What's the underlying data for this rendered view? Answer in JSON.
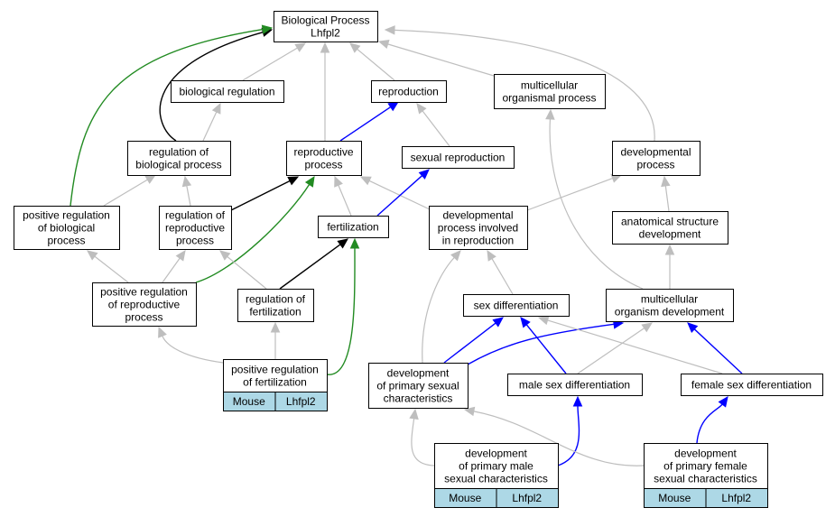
{
  "colors": {
    "gray": "#bebebe",
    "black": "#000000",
    "green": "#228b22",
    "blue": "#0000ff",
    "gene_bg": "#add8e6"
  },
  "nodes": {
    "root": {
      "lines": [
        "Biological Process",
        "Lhfpl2"
      ]
    },
    "bioreg": {
      "lines": [
        "biological regulation"
      ]
    },
    "repro": {
      "lines": [
        "reproduction"
      ]
    },
    "mop": {
      "lines": [
        "multicellular",
        "organismal process"
      ]
    },
    "regbp": {
      "lines": [
        "regulation of",
        "biological process"
      ]
    },
    "rproc": {
      "lines": [
        "reproductive",
        "process"
      ]
    },
    "sexrep": {
      "lines": [
        "sexual reproduction"
      ]
    },
    "devproc": {
      "lines": [
        "developmental",
        "process"
      ]
    },
    "posregbp": {
      "lines": [
        "positive regulation",
        "of biological",
        "process"
      ]
    },
    "regrp": {
      "lines": [
        "regulation of",
        "reproductive",
        "process"
      ]
    },
    "fert": {
      "lines": [
        "fertilization"
      ]
    },
    "dpir": {
      "lines": [
        "developmental",
        "process involved",
        "in reproduction"
      ]
    },
    "asd": {
      "lines": [
        "anatomical structure",
        "development"
      ]
    },
    "posregrp": {
      "lines": [
        "positive regulation",
        "of reproductive",
        "process"
      ]
    },
    "regfert": {
      "lines": [
        "regulation of",
        "fertilization"
      ]
    },
    "sexdiff": {
      "lines": [
        "sex differentiation"
      ]
    },
    "mod": {
      "lines": [
        "multicellular",
        "organism development"
      ]
    },
    "posregfert": {
      "lines": [
        "positive regulation",
        "of fertilization"
      ],
      "species": "Mouse",
      "gene": "Lhfpl2"
    },
    "dpsc": {
      "lines": [
        "development",
        "of primary sexual",
        "characteristics"
      ]
    },
    "msd": {
      "lines": [
        "male sex differentiation"
      ]
    },
    "fsd": {
      "lines": [
        "female sex differentiation"
      ]
    },
    "dpmsc": {
      "lines": [
        "development",
        "of primary male",
        "sexual characteristics"
      ],
      "species": "Mouse",
      "gene": "Lhfpl2"
    },
    "dpfsc": {
      "lines": [
        "development",
        "of primary female",
        "sexual characteristics"
      ],
      "species": "Mouse",
      "gene": "Lhfpl2"
    }
  },
  "edges": [
    {
      "from": "bioreg",
      "to": "root",
      "color": "gray"
    },
    {
      "from": "repro",
      "to": "root",
      "color": "gray"
    },
    {
      "from": "mop",
      "to": "root",
      "color": "gray"
    },
    {
      "from": "rproc",
      "to": "root",
      "color": "gray"
    },
    {
      "from": "devproc",
      "to": "root",
      "color": "gray"
    },
    {
      "from": "regbp",
      "to": "bioreg",
      "color": "gray"
    },
    {
      "from": "regbp",
      "to": "root",
      "color": "black"
    },
    {
      "from": "posregbp",
      "to": "root",
      "color": "green"
    },
    {
      "from": "sexrep",
      "to": "repro",
      "color": "gray"
    },
    {
      "from": "rproc",
      "to": "repro",
      "color": "blue"
    },
    {
      "from": "posregbp",
      "to": "regbp",
      "color": "gray"
    },
    {
      "from": "regrp",
      "to": "regbp",
      "color": "gray"
    },
    {
      "from": "regrp",
      "to": "rproc",
      "color": "black"
    },
    {
      "from": "posregrp",
      "to": "rproc",
      "color": "green"
    },
    {
      "from": "fert",
      "to": "rproc",
      "color": "gray"
    },
    {
      "from": "dpir",
      "to": "rproc",
      "color": "gray"
    },
    {
      "from": "fert",
      "to": "sexrep",
      "color": "blue"
    },
    {
      "from": "dpir",
      "to": "devproc",
      "color": "gray"
    },
    {
      "from": "asd",
      "to": "devproc",
      "color": "gray"
    },
    {
      "from": "mod",
      "to": "mop",
      "color": "gray"
    },
    {
      "from": "mod",
      "to": "asd",
      "color": "gray"
    },
    {
      "from": "posregrp",
      "to": "posregbp",
      "color": "gray"
    },
    {
      "from": "posregrp",
      "to": "regrp",
      "color": "gray"
    },
    {
      "from": "regfert",
      "to": "regrp",
      "color": "gray"
    },
    {
      "from": "regfert",
      "to": "fert",
      "color": "black"
    },
    {
      "from": "posregfert",
      "to": "fert",
      "color": "green"
    },
    {
      "from": "posregfert",
      "to": "posregrp",
      "color": "gray"
    },
    {
      "from": "posregfert",
      "to": "regfert",
      "color": "gray"
    },
    {
      "from": "sexdiff",
      "to": "dpir",
      "color": "gray"
    },
    {
      "from": "dpsc",
      "to": "dpir",
      "color": "gray"
    },
    {
      "from": "dpsc",
      "to": "sexdiff",
      "color": "blue"
    },
    {
      "from": "dpsc",
      "to": "mod",
      "color": "blue"
    },
    {
      "from": "msd",
      "to": "sexdiff",
      "color": "gray"
    },
    {
      "from": "msd",
      "to": "mod",
      "color": "blue"
    },
    {
      "from": "fsd",
      "to": "sexdiff",
      "color": "gray"
    },
    {
      "from": "fsd",
      "to": "mod",
      "color": "blue"
    },
    {
      "from": "dpmsc",
      "to": "dpsc",
      "color": "gray"
    },
    {
      "from": "dpmsc",
      "to": "msd",
      "color": "blue"
    },
    {
      "from": "dpfsc",
      "to": "dpsc",
      "color": "gray"
    },
    {
      "from": "dpfsc",
      "to": "fsd",
      "color": "blue"
    }
  ]
}
